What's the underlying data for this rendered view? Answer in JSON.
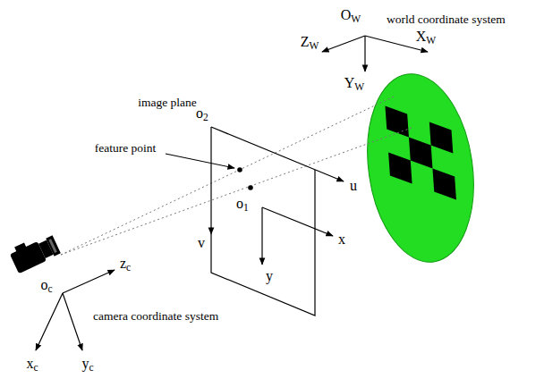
{
  "diagram": {
    "labels": [
      "OW",
      "world coordinate system",
      "ZW",
      "XW",
      "YW",
      "image plane",
      "o2",
      "feature point",
      "u",
      "o1",
      "x",
      "v",
      "y",
      "oc",
      "zc",
      "camera coordinate system",
      "xc",
      "yc"
    ]
  }
}
